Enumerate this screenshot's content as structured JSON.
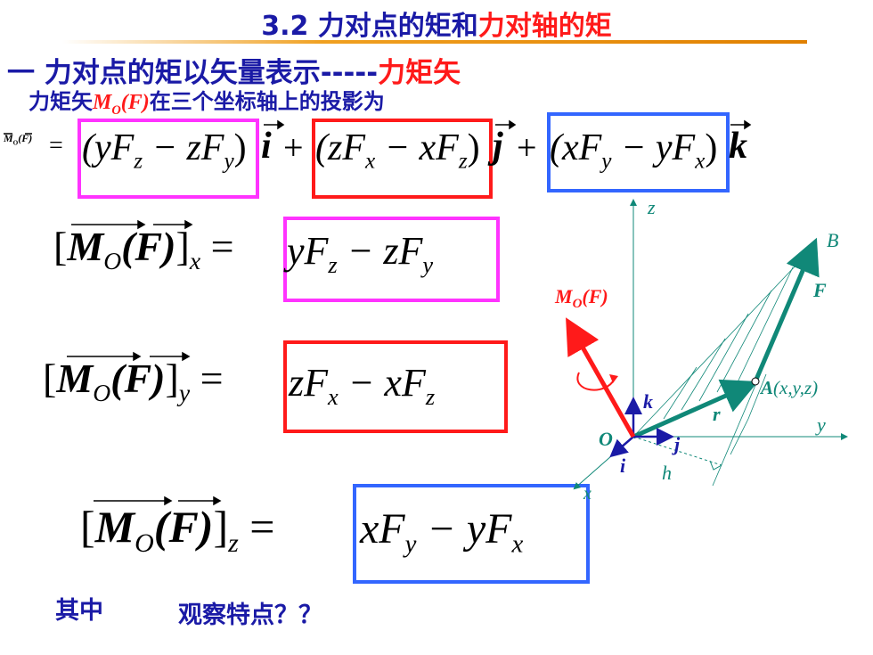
{
  "title": {
    "part1": "3.2  力对点的矩和",
    "part2": "力对轴的矩"
  },
  "heading": {
    "prefix": "一 力对点的矩以矢量表示-----",
    "highlight": "力矩矢"
  },
  "subheading": {
    "prefix": "力矩矢",
    "symbol": "M",
    "sub": "O",
    "paren_var": "(F)",
    "suffix": "在三个坐标轴上的投影为"
  },
  "vector_eq": {
    "lhs": "M",
    "lhs_sub": "O",
    "lhs_arg": "(F)",
    "equals": "=",
    "term_i": "(yF",
    "term_i_s1": "z",
    "term_i_mid": " − zF",
    "term_i_s2": "y",
    "term_i_close": ")",
    "unit_i": "i",
    "plus1": "+",
    "term_j": "(zF",
    "term_j_s1": "x",
    "term_j_mid": " − xF",
    "term_j_s2": "z",
    "term_j_close": ")",
    "unit_j": "j",
    "plus2": "+",
    "term_k": "(xF",
    "term_k_s1": "y",
    "term_k_mid": " − yF",
    "term_k_s2": "x",
    "term_k_close": ")",
    "unit_k": "k"
  },
  "eq_x": {
    "open": "[",
    "M": "M",
    "O": "O",
    "F": "(F)",
    "close": "]",
    "axis": "x",
    "eq": " =",
    "a": "yF",
    "a_s": "z",
    "mid": " − zF",
    "b_s": "y"
  },
  "eq_y": {
    "open": "[",
    "M": "M",
    "O": "O",
    "F": "(F)",
    "close": "]",
    "axis": "y",
    "eq": " =",
    "a": "zF",
    "a_s": "x",
    "mid": " − xF",
    "b_s": "z"
  },
  "eq_z": {
    "open": "[",
    "M": "M",
    "O": "O",
    "F": "(F)",
    "close": "]",
    "axis": "z",
    "eq": " =",
    "a": "xF",
    "a_s": "y",
    "mid": " − yF",
    "b_s": "x"
  },
  "footer": {
    "left": "其中",
    "right": "观察特点？？"
  },
  "diagram": {
    "label_z": "z",
    "label_y": "y",
    "label_x": "x",
    "label_B": "B",
    "label_F": "F",
    "label_MO": "M",
    "label_MO_sub": "O",
    "label_MO_arg": "(F)",
    "label_A": "A",
    "label_A_coords": "(x,y,z)",
    "label_r": "r",
    "label_k": "k",
    "label_O": "O",
    "label_j": "j",
    "label_i": "i",
    "label_h": "h"
  },
  "colors": {
    "magenta": "#ff33ff",
    "red": "#ff1a1a",
    "blue": "#3366ff",
    "teal": "#108878",
    "navy": "#1a1aa6"
  }
}
